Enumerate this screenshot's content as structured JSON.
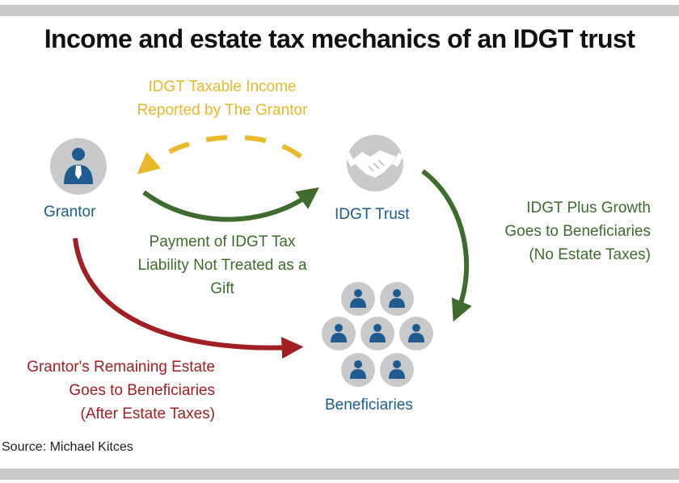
{
  "title": "Income and estate tax mechanics of an IDGT trust",
  "nodes": {
    "grantor": "Grantor",
    "trust": "IDGT Trust",
    "beneficiaries": "Beneficiaries"
  },
  "flows": {
    "income": [
      "IDGT Taxable Income",
      "Reported by The Grantor"
    ],
    "tax_payment": [
      "Payment of IDGT Tax",
      "Liability Not Treated as a",
      "Gift"
    ],
    "trust_growth": [
      "IDGT Plus Growth",
      "Goes to Beneficiaries",
      "(No Estate Taxes)"
    ],
    "remaining_estate": [
      "Grantor's Remaining Estate",
      "Goes to Beneficiaries",
      "(After Estate Taxes)"
    ]
  },
  "source": "Source: Michael Kitces",
  "colors": {
    "blue": "#1f5b8f",
    "yellow": "#e8b92a",
    "green": "#3f6b2f",
    "red": "#a11f24",
    "circle_gray": "#c8c9cb"
  },
  "icons": {
    "grantor": "person-with-tie-icon",
    "trust": "handshake-icon",
    "beneficiaries": "person-icon"
  }
}
